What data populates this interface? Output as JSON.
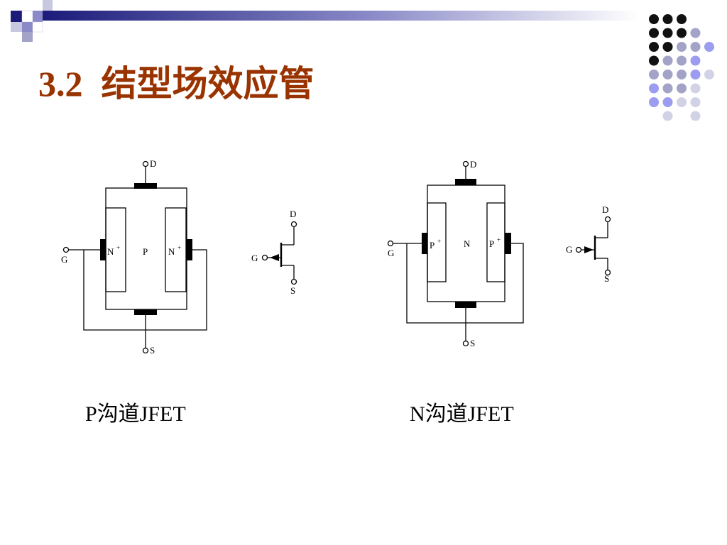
{
  "slide": {
    "title_number": "3.2",
    "title_text": "结型场效应管"
  },
  "colors": {
    "title": "#993300",
    "band_dark": "#1b1b7a",
    "band_light": "#ffffff",
    "dot_black": "#111111",
    "dot_purple": "#9c9cf0",
    "dot_gray_purple": "#a3a3c8",
    "dot_light": "#d2d2e6"
  },
  "p_channel": {
    "caption": "P沟道JFET",
    "labels": {
      "drain": "D",
      "gate": "G",
      "source": "S",
      "channel": "P",
      "left_gate_region": "N",
      "right_gate_region": "N",
      "superscript": "+"
    },
    "symbol": {
      "drain": "D",
      "gate": "G",
      "source": "S"
    }
  },
  "n_channel": {
    "caption": "N沟道JFET",
    "labels": {
      "drain": "D",
      "gate": "G",
      "source": "S",
      "channel": "N",
      "left_gate_region": "P",
      "right_gate_region": "P",
      "superscript": "+"
    },
    "symbol": {
      "drain": "D",
      "gate": "G",
      "source": "S"
    }
  }
}
